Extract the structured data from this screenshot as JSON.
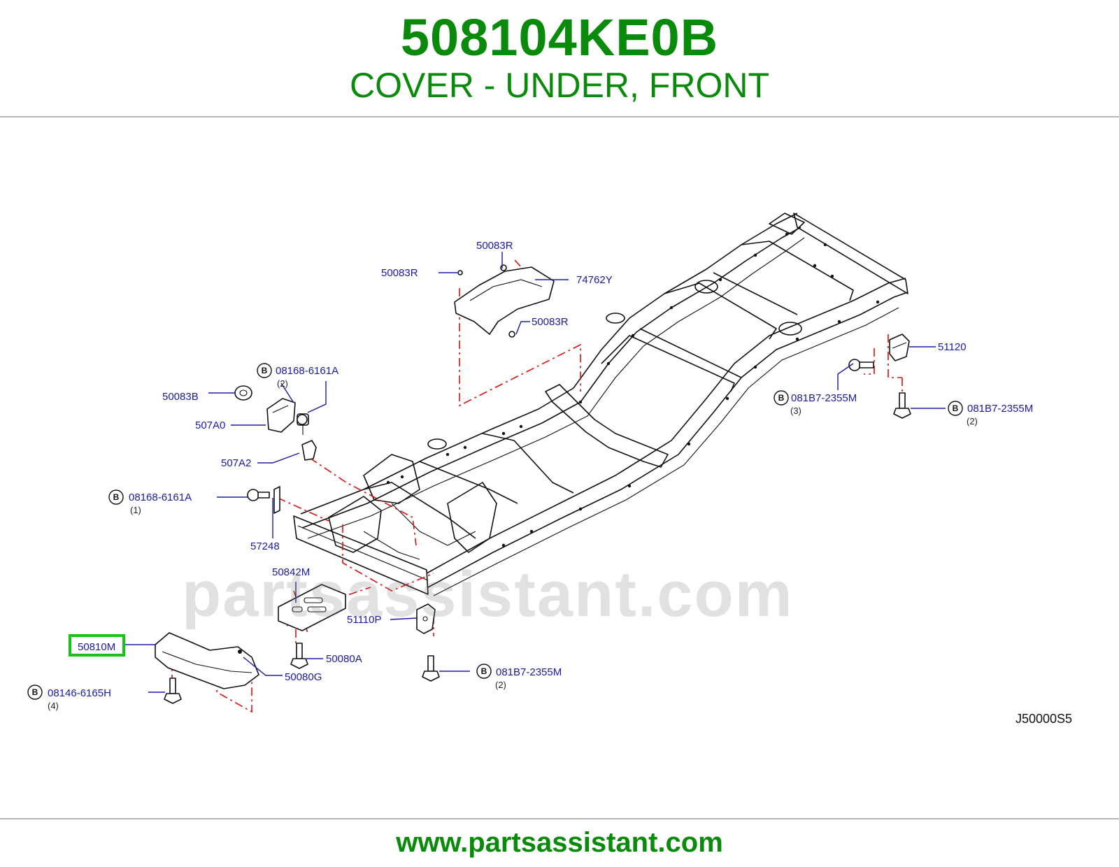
{
  "header": {
    "part_number": "508104KE0B",
    "description": "COVER - UNDER, FRONT"
  },
  "watermark": "partsassistant.com",
  "footer": {
    "url": "www.partsassistant.com"
  },
  "diagram": {
    "reference_code": "J50000S5",
    "highlighted_part": "50810M",
    "highlight_color": "#19c219",
    "bolt_marker": "B",
    "labels": [
      {
        "id": "50083R-top",
        "text": "50083R",
        "qty": ""
      },
      {
        "id": "50083R-left",
        "text": "50083R",
        "qty": ""
      },
      {
        "id": "74762Y",
        "text": "74762Y",
        "qty": ""
      },
      {
        "id": "50083R-lower",
        "text": "50083R",
        "qty": ""
      },
      {
        "id": "08168-6161A-a",
        "text": "08168-6161A",
        "qty": "(2)"
      },
      {
        "id": "50083B",
        "text": "50083B",
        "qty": ""
      },
      {
        "id": "507A0",
        "text": "507A0",
        "qty": ""
      },
      {
        "id": "507A2",
        "text": "507A2",
        "qty": ""
      },
      {
        "id": "08168-6161A-b",
        "text": "08168-6161A",
        "qty": "(1)"
      },
      {
        "id": "57248",
        "text": "57248",
        "qty": ""
      },
      {
        "id": "51120",
        "text": "51120",
        "qty": ""
      },
      {
        "id": "081B7-2355M-a",
        "text": "081B7-2355M",
        "qty": "(3)"
      },
      {
        "id": "081B7-2355M-b",
        "text": "081B7-2355M",
        "qty": "(2)"
      },
      {
        "id": "50842M",
        "text": "50842M",
        "qty": ""
      },
      {
        "id": "51110P",
        "text": "51110P",
        "qty": ""
      },
      {
        "id": "50080A",
        "text": "50080A",
        "qty": ""
      },
      {
        "id": "50080G",
        "text": "50080G",
        "qty": ""
      },
      {
        "id": "081B7-2355M-c",
        "text": "081B7-2355M",
        "qty": "(2)"
      },
      {
        "id": "50810M",
        "text": "50810M",
        "qty": ""
      },
      {
        "id": "08146-6165H",
        "text": "08146-6165H",
        "qty": "(4)"
      }
    ]
  }
}
